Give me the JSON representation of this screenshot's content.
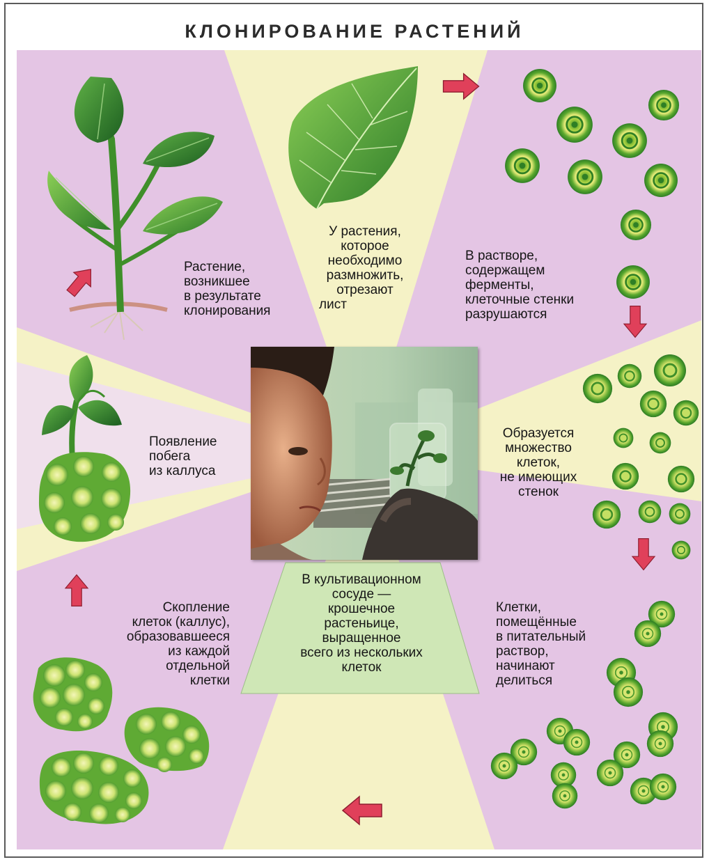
{
  "title": "КЛОНИРОВАНИЕ РАСТЕНИЙ",
  "colors": {
    "wedge_pink": "#e4c5e4",
    "wedge_cream": "#f5f2c6",
    "center_green": "#cfe7b6",
    "arrow_red": "#e0405a",
    "leaf_green": "#2f8a2a",
    "cell_yellow": "#e4e86c"
  },
  "steps": [
    {
      "id": "cut-leaf",
      "lines": [
        "У растения,",
        "которое",
        "необходимо",
        "размножить,",
        "отрезают",
        "лист"
      ]
    },
    {
      "id": "enzymes",
      "lines": [
        "В растворе,",
        "содержащем",
        "ферменты,",
        "клеточные стенки",
        "разрушаются"
      ]
    },
    {
      "id": "cells-no-walls",
      "lines": [
        "Образуется",
        "множество",
        "клеток,",
        "не имеющих",
        "стенок"
      ]
    },
    {
      "id": "cells-divide",
      "lines": [
        "Клетки,",
        "помещённые",
        "в питательный",
        "раствор,",
        "начинают",
        "делиться"
      ]
    },
    {
      "id": "culture-vessel",
      "lines": [
        "В культивационном",
        "сосуде —",
        "крошечное",
        "растеньице,",
        "выращенное",
        "всего из нескольких",
        "клеток"
      ]
    },
    {
      "id": "callus",
      "lines": [
        "Скопление",
        "клеток (каллус),",
        "образовавшееся",
        "из каждой",
        "отдельной",
        "клетки"
      ]
    },
    {
      "id": "shoot",
      "lines": [
        "Появление",
        "побега",
        "из каллуса"
      ]
    },
    {
      "id": "cloned-plant",
      "lines": [
        "Растение,",
        "возникшее",
        "в результате",
        "клонирования"
      ]
    }
  ],
  "icons": {
    "plant": "plant-icon",
    "leaf": "leaf-icon",
    "arrow": "arrow-icon",
    "cell": "cell-icon",
    "callus": "callus-icon",
    "photo": "scientist-photo"
  }
}
